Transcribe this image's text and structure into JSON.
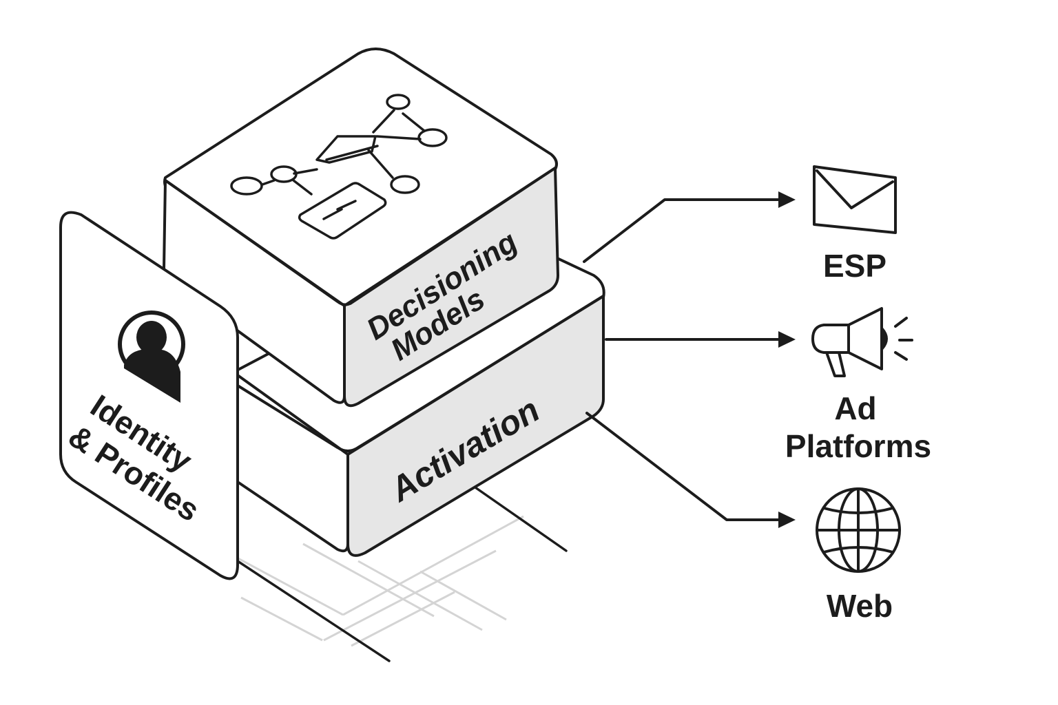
{
  "layers": {
    "decisioning": {
      "line1": "Decisioning",
      "line2": "Models"
    },
    "activation": {
      "label": "Activation"
    },
    "identity": {
      "line1": "Identity",
      "line2": "& Profiles"
    }
  },
  "channels": [
    {
      "id": "esp",
      "icon": "envelope-icon",
      "line1": "ESP",
      "line2": ""
    },
    {
      "id": "ads",
      "icon": "megaphone-icon",
      "line1": "Ad",
      "line2": "Platforms"
    },
    {
      "id": "web",
      "icon": "globe-icon",
      "line1": "Web",
      "line2": ""
    }
  ],
  "colors": {
    "ink": "#1c1c1c",
    "side_fill": "#e6e6e6",
    "background": "#ffffff"
  }
}
